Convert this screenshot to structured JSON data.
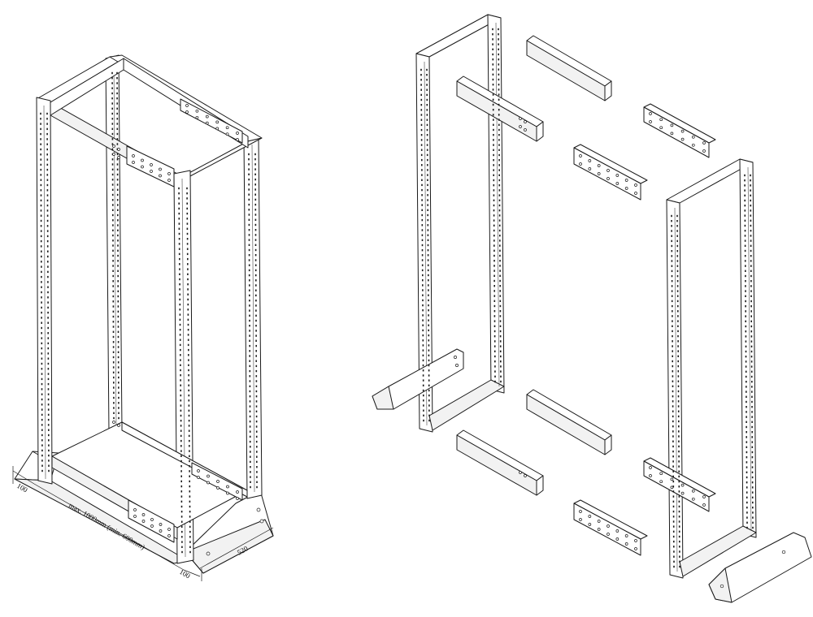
{
  "dimensions": {
    "side_left": "100",
    "main_length": "max. 1000mm (min. 600mm)",
    "side_right": "100",
    "depth": "520"
  }
}
